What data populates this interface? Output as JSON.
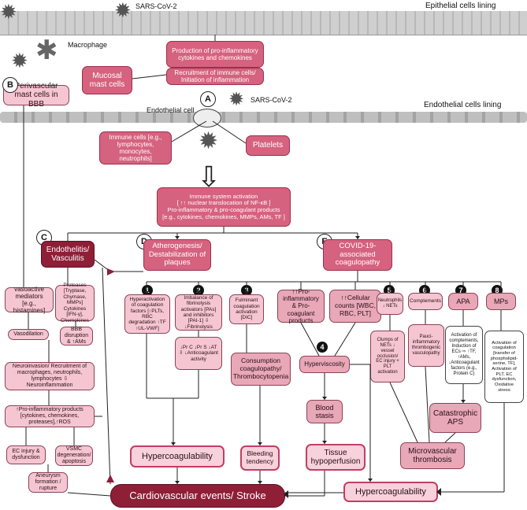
{
  "labels": {
    "sars_top": "SARS-CoV-2",
    "epithelial": "Epithelial cells lining",
    "macrophage": "Macrophage",
    "endothelial_cell": "Endothelial cell",
    "sars_mid": "SARS-CoV-2",
    "endothelial_lining": "Endothelial cells lining"
  },
  "letters": {
    "a": "A",
    "b": "B",
    "c": "C",
    "d": "D",
    "e": "E"
  },
  "boxes": {
    "production": "Production of pro-inflammatory cytokines and chemokines",
    "recruitment": "Recruitment of immune cells/ Initiation of inflammation",
    "mucosal": "Mucosal mast cells",
    "perivascular": "Perivascular mast cells in BBB",
    "immune_cells": "Immune cells [e.g., lymphocytes, monocytes, neutrophils]",
    "platelets": "Platelets",
    "immune_activation_1": "Immune system activation",
    "immune_activation_2": "[ ↑↑ nuclear translocation of NF-κB ]",
    "immune_activation_3": "Pro-inflammatory & pro-coagulant products [e.g., cytokines, chemokines, MMPs, AMs, TF ]",
    "endothelitis": "Endothelitis/ Vasculitis",
    "atherogenesis": "Atherogenesis/ Destabilization of plaques",
    "covid_coag": "COVID-19-associated coagulopathy",
    "vasoactive": "vasoactive mediators [e.g., histamines]",
    "proteases": "Proteases [Tryptase, Chymase, MMPs] Cytokines [IFN-γ], Chemokines",
    "vasodilation": "Vasodilation",
    "bbb": "BBB disruption & ↑AMs",
    "neuroinvasion": "Neuroinvasion/ Recruitment of macrophages, neutrophils, lymphocytes ⇩ Neuroinflammation",
    "proinflam_products": "↑Pro-inflammatory products [cytokines, chemokines, proteases],↑ROS",
    "ec_injury": "EC injury & dysfunction",
    "vsmc": "VSMC degeneration/ apoptosis",
    "aneurysm": "Aneurysm formation / rupture",
    "n1": "Hyperactivation of coagulation factors [↑PLTs, RBC degradation ↑TF ↑UL-VWF]",
    "n2": "Imbalance of fibrinolysis activators [PAs] and inhibitors [PAI-1] ⇩ ↓Fibrinolysis",
    "n2b": "↓Pr C ↓Pr S ↓AT ⇩ ↓Anticoagulant activity",
    "n3": "Fulminant coagulation activation [DIC]",
    "consumption": "Consumption coagulopathy/ Thrombocytopenia",
    "proinflam_procoag": "↑↑Pro-inflammatory & Pro-coagulant products",
    "cellular_counts": "↑↑Cellular counts [WBC, RBC, PLT]",
    "hyperviscosity": "Hyperviscosity",
    "neutrophils_nets": "Neutrophils ↓ NETs",
    "clumps": "Clumps of NETs ↓ vessel occlusion/ EC injury + PLT activation",
    "complements": "Complements",
    "pauci": "Pauci-inflammatory thrombogenic vasculopathy",
    "apa": "APA",
    "apa_detail": "Activation of complements, Induction of ECs ⇨ ↑TF, ↑AMs, ↓Anticoagulant factors (e.g., Protein C)",
    "mps": "MPs",
    "mps_detail": "Activation of coagulation [transfer of phospholipid-serine, TF], Activation of PLT, EC dysfunction, Oxidative stress",
    "catastrophic": "Catastrophic APS",
    "blood_stasis": "Blood stasis",
    "tissue_hypo": "Tissue hypoperfusion",
    "microvascular": "Microvascular thrombosis",
    "hypercoag_left": "Hypercoagulability",
    "bleeding": "Bleeding tendency",
    "hypercoag_right": "Hypercoagulability",
    "cardiovascular": "Cardiovascular events/ Stroke"
  },
  "numbers": {
    "n1": "1",
    "n2": "2",
    "n3": "3",
    "n4": "4",
    "n5": "5",
    "n6": "6",
    "n7": "7",
    "n8": "8"
  },
  "colors": {
    "primary_pink": "#d5627e",
    "dark_red": "#8f1e37",
    "light_pink": "#f5c6d2"
  }
}
